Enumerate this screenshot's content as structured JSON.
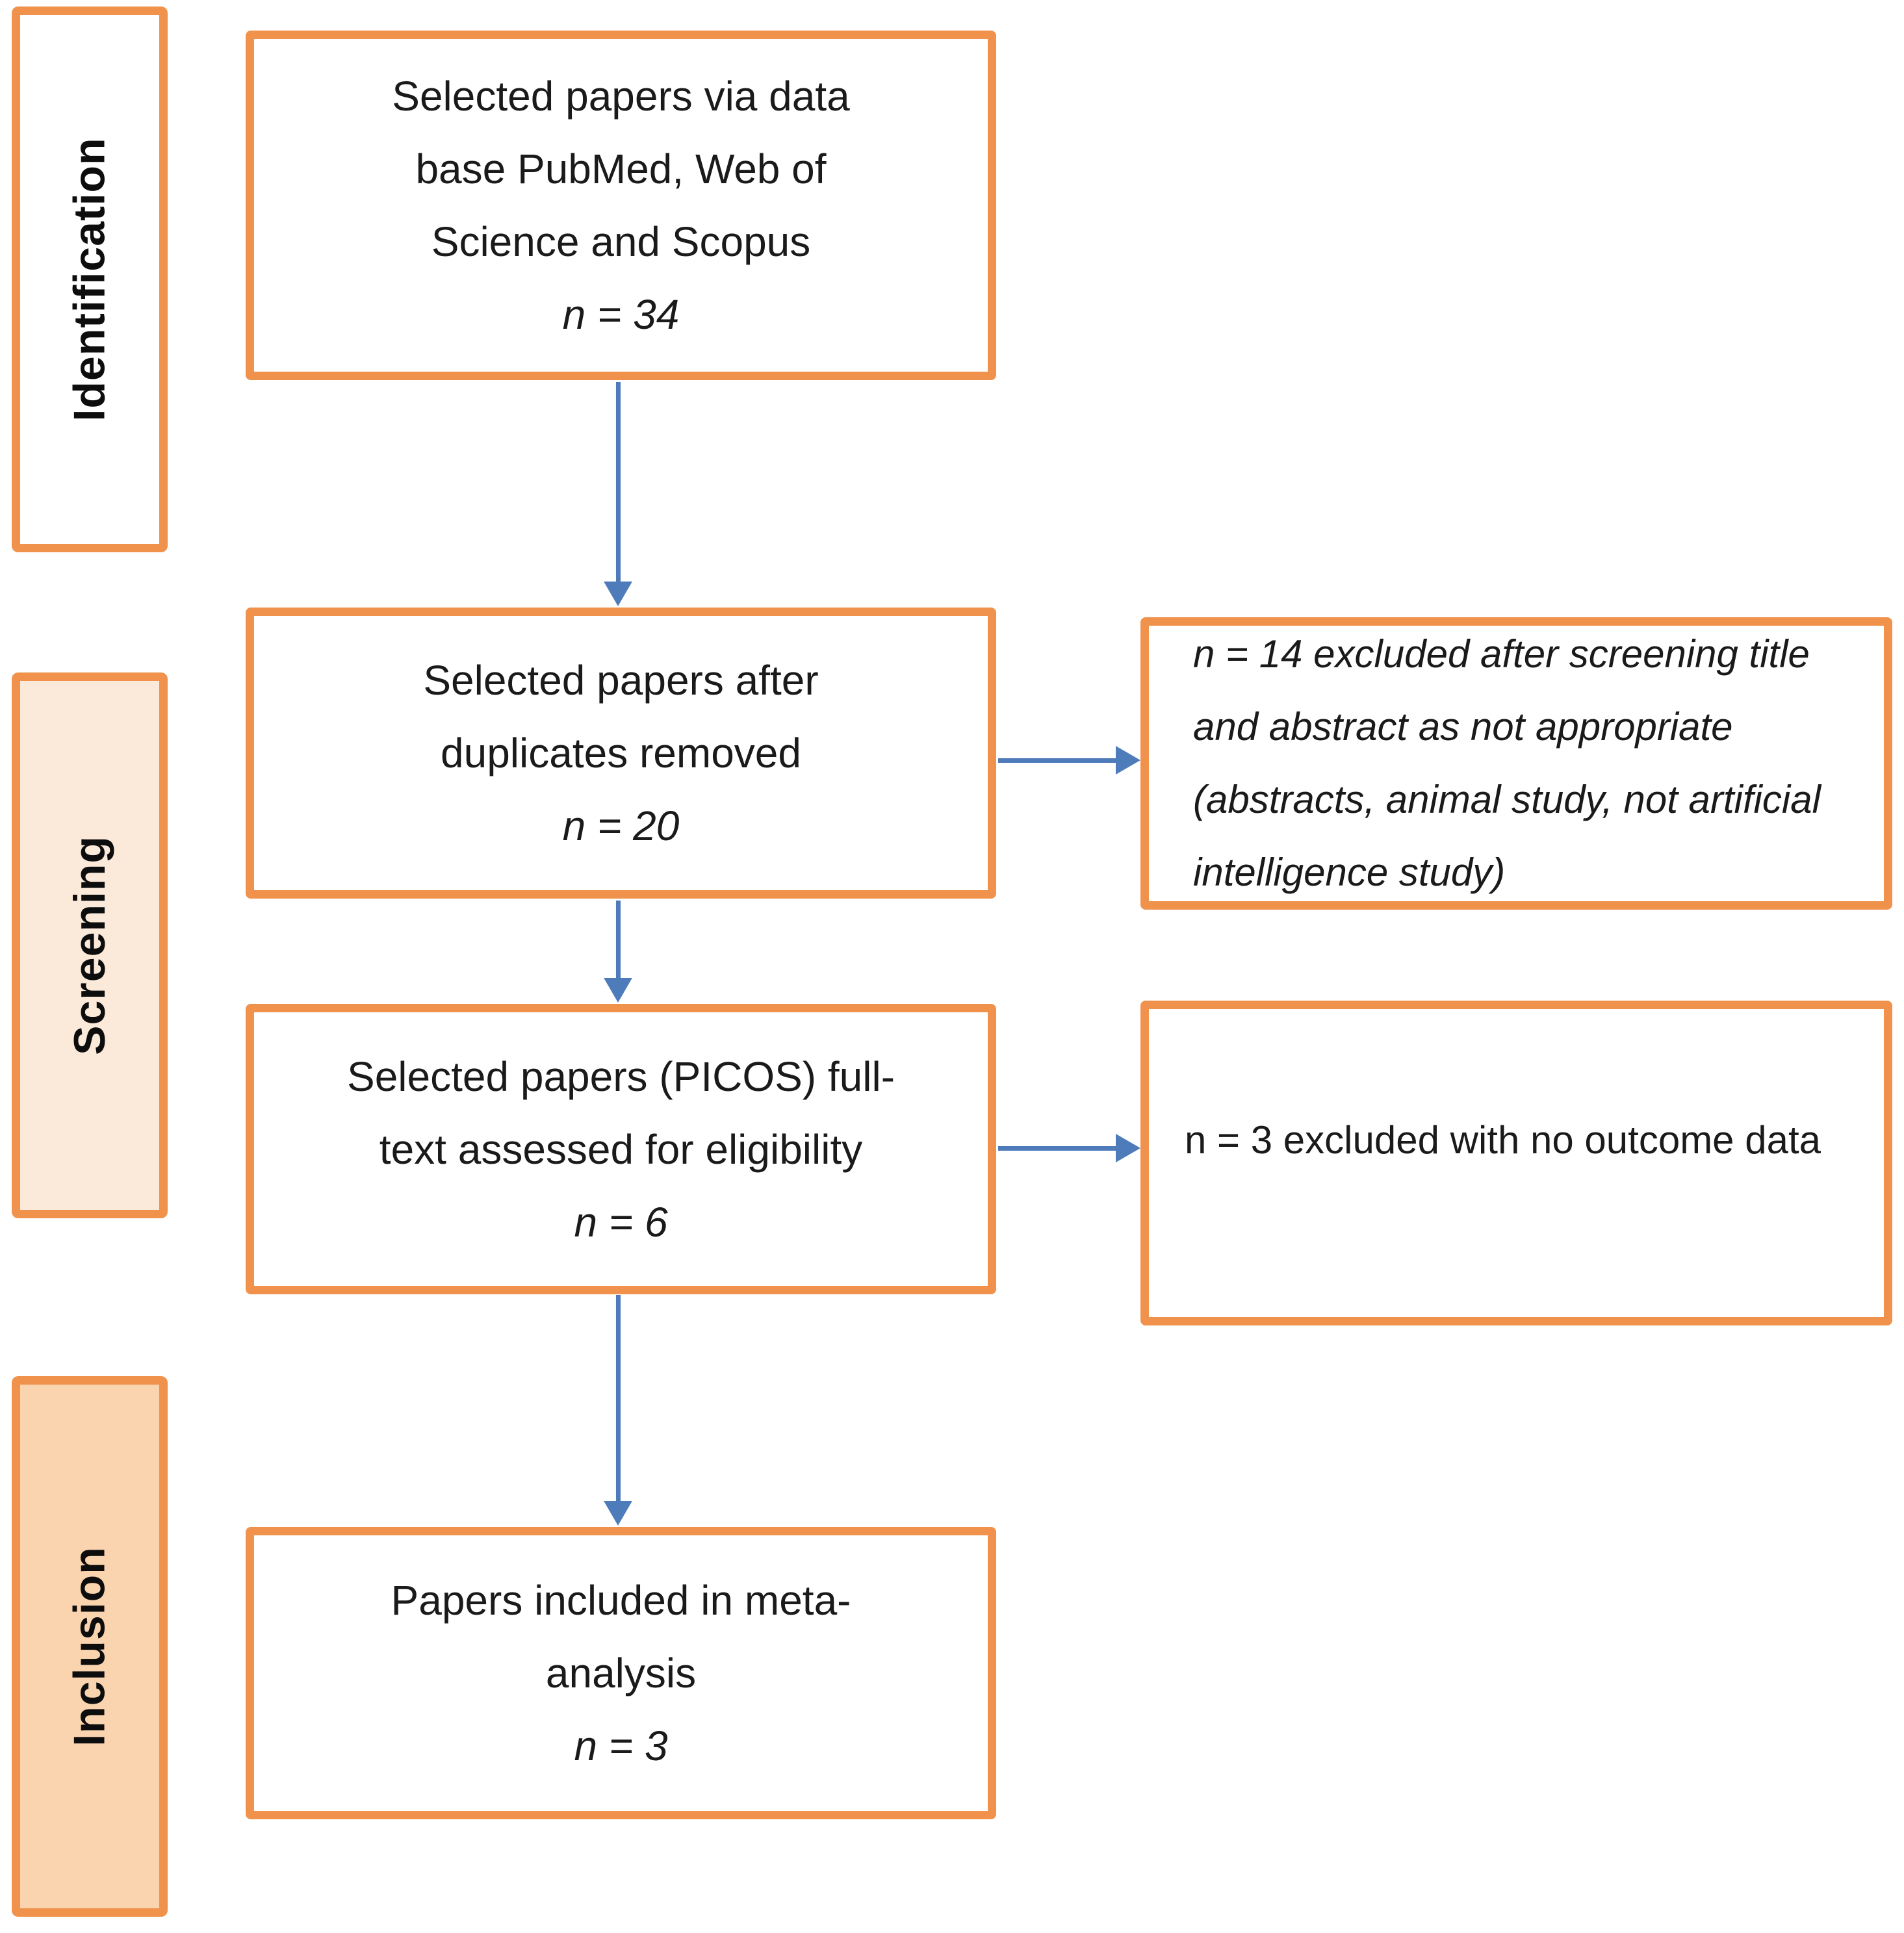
{
  "stages": [
    {
      "label": "Identification"
    },
    {
      "label": "Screening"
    },
    {
      "label": "Inclusion"
    }
  ],
  "flow": [
    {
      "lines": [
        "Selected papers via data",
        "base PubMed, Web of",
        "Science and Scopus"
      ],
      "count": "n = 34"
    },
    {
      "lines": [
        "Selected papers after",
        "duplicates removed"
      ],
      "count": "n = 20"
    },
    {
      "lines": [
        "Selected papers (PICOS) full-",
        "text assessed for eligibility"
      ],
      "count": "n = 6"
    },
    {
      "lines": [
        "Papers included in meta-",
        "analysis"
      ],
      "count": "n = 3"
    }
  ],
  "exclusions": [
    {
      "lines": [
        "n = 14 excluded after screening title",
        "and abstract as not appropriate",
        "(abstracts, animal study, not artificial",
        "intelligence study)"
      ]
    },
    {
      "lines": [
        "n = 3 excluded with no outcome data"
      ]
    }
  ],
  "colors": {
    "box_border_orange": "#F0924C",
    "screening_fill": "#FBE9DA",
    "inclusion_fill": "#FAD4AF",
    "identification_fill": "#FFFFFF",
    "arrow_blue": "#4E7CBB",
    "text": "#1A1A1A"
  }
}
